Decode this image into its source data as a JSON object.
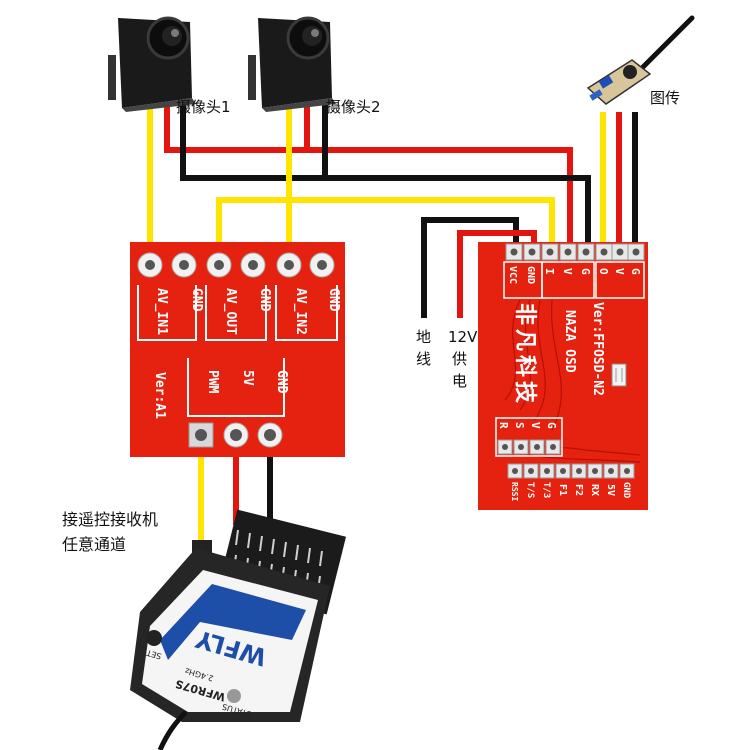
{
  "labels": {
    "camera1": "摄像头1",
    "camera2": "摄像头2",
    "transmitter": "图传",
    "ground_wire": [
      "地",
      "线"
    ],
    "power_12v": [
      "12V",
      "供",
      "电"
    ],
    "receiver_note": [
      "接遥控接收机",
      "任意通道"
    ]
  },
  "switcher_board": {
    "top_pins": [
      "AV_IN1",
      "GND",
      "AV_OUT",
      "GND",
      "AV_IN2",
      "GND"
    ],
    "bottom_pins": [
      "PWM",
      "5V",
      "GND"
    ],
    "version": "Ver:A1"
  },
  "osd_board": {
    "header_left": [
      "VCC",
      "GND",
      "I",
      "V",
      "G"
    ],
    "header_right": [
      "O",
      "V",
      "G"
    ],
    "brand": "非凡科技",
    "model": "NAZA OSD",
    "version": "Ver:FFOSD-N2",
    "mid_pins": [
      "R",
      "S",
      "V",
      "G"
    ],
    "bottom_pins": [
      "RSSI",
      "T/S",
      "T/3",
      "F1",
      "F2",
      "RX",
      "5V",
      "GND"
    ]
  },
  "receiver": {
    "brand": "WFLY",
    "model": "WFR07S",
    "badge": "2.4GHz",
    "set_label": "SET",
    "status_label": "STATUS"
  },
  "colors": {
    "pcb": "#e5220f",
    "video_wire": "#ffe400",
    "power_wire": "#e3150e",
    "ground_wire": "#111111"
  }
}
